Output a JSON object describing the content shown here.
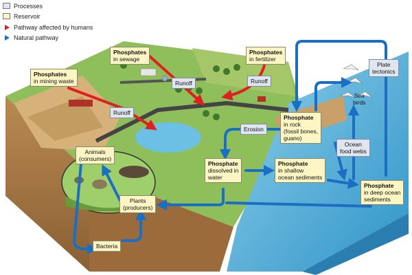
{
  "legend": {
    "processes": "Processes",
    "reservoir": "Reservoir",
    "human": "Pathway affected by humans",
    "natural": "Natural pathway"
  },
  "colors": {
    "process_fill": "#dfe6ef",
    "reservoir_fill": "#fdf6c4",
    "human_arrow": "#e0201f",
    "natural_arrow": "#1b6fc2",
    "ocean": "#5fb8dc",
    "land": "#8fbf5a",
    "soil": "#c89a5c"
  },
  "reservoirs": {
    "sewage": {
      "title": "Phosphates",
      "sub": "in sewage"
    },
    "fertilizer": {
      "title": "Phosphates",
      "sub": "in fertilizer"
    },
    "mining": {
      "title": "Phosphates",
      "sub": "in mining waste"
    },
    "rock": {
      "title": "Phosphate",
      "sub1": "in rock",
      "sub2": "(fossil bones,",
      "sub3": "guano)"
    },
    "dissolved": {
      "title": "Phosphate",
      "sub1": "dissolved in",
      "sub2": "water"
    },
    "shallow": {
      "title": "Phosphate",
      "sub1": "in shallow",
      "sub2": "ocean sediments"
    },
    "deep": {
      "title": "Phosphate",
      "sub1": "in deep ocean",
      "sub2": "sediments"
    },
    "animals": {
      "line1": "Animals",
      "line2": "(consumers)"
    },
    "plants": {
      "line1": "Plants",
      "line2": "(producers)"
    },
    "bacteria": "Bacteria"
  },
  "processes": {
    "runoff": "Runoff",
    "erosion": "Erosion",
    "plate1": "Plate",
    "plate2": "tectonics",
    "webs1": "Ocean",
    "webs2": "food webs"
  },
  "labels": {
    "sea": "Sea",
    "birds": "birds"
  }
}
